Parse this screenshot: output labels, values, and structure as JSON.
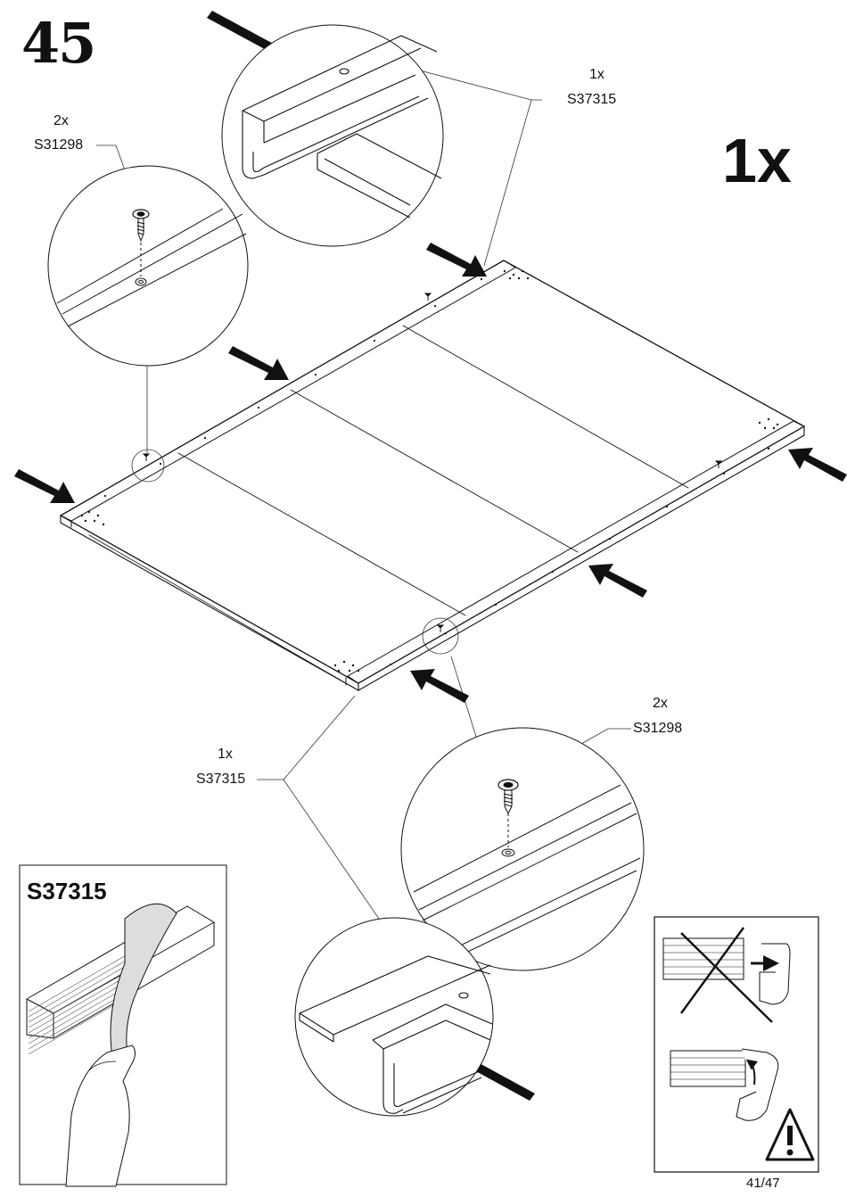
{
  "step": {
    "number": "45",
    "quantity": "1x"
  },
  "callouts": {
    "top_rail": {
      "qty": "1x",
      "part": "S37315"
    },
    "bottom_rail": {
      "qty": "1x",
      "part": "S37315"
    },
    "top_screw": {
      "qty": "2x",
      "part": "S31298"
    },
    "bottom_screw": {
      "qty": "2x",
      "part": "S31298"
    }
  },
  "tape_panel": {
    "part": "S37315"
  },
  "warning_panel": {
    "icon": "warning-triangle-icon"
  },
  "footer": {
    "page": "41/47"
  },
  "colors": {
    "ink": "#111111",
    "paper": "#ffffff"
  }
}
